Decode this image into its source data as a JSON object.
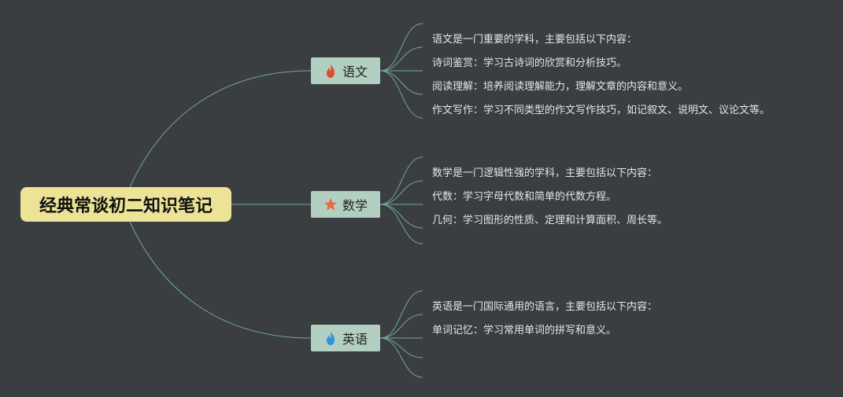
{
  "root": {
    "title": "经典常谈初二知识笔记"
  },
  "topics": [
    {
      "label": "语文",
      "icon": "fire-red-icon",
      "icon_color": "#e8452c",
      "items": [
        "语文是一门重要的学科，主要包括以下内容：",
        "诗词鉴赏：学习古诗词的欣赏和分析技巧。",
        "阅读理解：培养阅读理解能力，理解文章的内容和意义。",
        "作文写作：学习不同类型的作文写作技巧，如记叙文、说明文、议论文等。"
      ]
    },
    {
      "label": "数学",
      "icon": "star-orange-icon",
      "icon_color": "#e86a3a",
      "items": [
        "数学是一门逻辑性强的学科，主要包括以下内容：",
        "代数：学习字母代数和简单的代数方程。",
        "几何：学习图形的性质、定理和计算面积、周长等。"
      ]
    },
    {
      "label": "英语",
      "icon": "fire-blue-icon",
      "icon_color": "#2f8fe0",
      "items": [
        "英语是一门国际通用的语言，主要包括以下内容：",
        "单词记忆：学习常用单词的拼写和意义。"
      ]
    }
  ],
  "colors": {
    "background": "#3a3e41",
    "root_fill": "#ece396",
    "topic_fill": "#b2cfc2",
    "connector": "#6fa89c",
    "leaf_text": "#e4e6e4"
  }
}
